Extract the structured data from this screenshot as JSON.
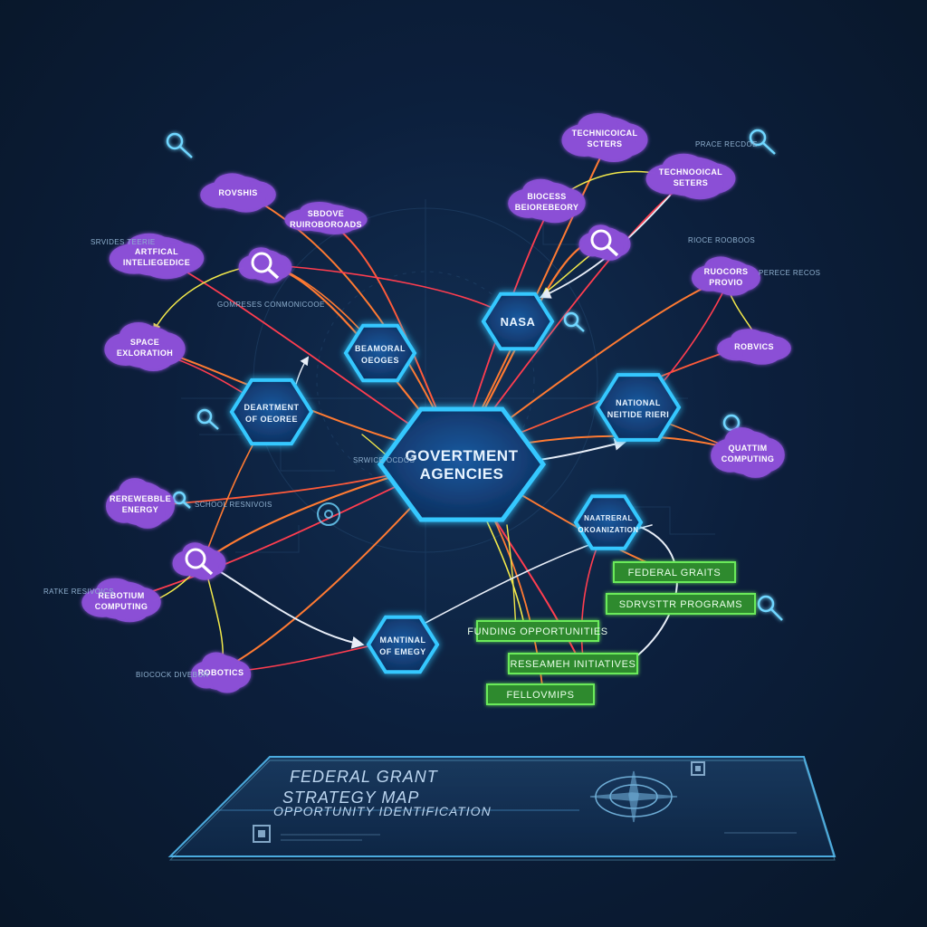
{
  "hub": {
    "label_line1": "GOVERTMENT",
    "label_line2": "AGENCIES"
  },
  "agencies": [
    {
      "id": "nasa",
      "line1": "NASA",
      "line2": ""
    },
    {
      "id": "seamoral",
      "line1": "BEAMORAL",
      "line2": "OEOGES"
    },
    {
      "id": "defense",
      "line1": "DEARTMENT",
      "line2": "OF OEOREE"
    },
    {
      "id": "nsf",
      "line1": "NATIONAL",
      "line2": "NEITIDE RIERI"
    },
    {
      "id": "noaa",
      "line1": "NAATRERAL",
      "line2": "OKOANIZATION"
    },
    {
      "id": "energy",
      "line1": "MANTINAL",
      "line2": "OF EMEGY"
    }
  ],
  "topics": [
    {
      "id": "robotics-top",
      "line1": "ROVSHIS",
      "line2": ""
    },
    {
      "id": "sbdove",
      "line1": "SBDOVE",
      "line2": "RUIROBOROADS"
    },
    {
      "id": "ai",
      "line1": "ARTFICAL",
      "line2": "INTELIEGEDICE"
    },
    {
      "id": "magnifier-1",
      "line1": "",
      "line2": ""
    },
    {
      "id": "space",
      "line1": "SPACE",
      "line2": "EXLORATIOH"
    },
    {
      "id": "tech-1",
      "line1": "TECHNICOICAL",
      "line2": "SCTERS"
    },
    {
      "id": "tech-2",
      "line1": "TECHNOOICAL",
      "line2": "SETERS"
    },
    {
      "id": "biocess",
      "line1": "BIOCESS",
      "line2": "BEIOREBEORY"
    },
    {
      "id": "magnifier-2",
      "line1": "",
      "line2": ""
    },
    {
      "id": "ruocors",
      "line1": "RUOCORS",
      "line2": "PROVIO"
    },
    {
      "id": "robvics",
      "line1": "ROBVICS",
      "line2": ""
    },
    {
      "id": "quantum",
      "line1": "QUATTIM",
      "line2": "COMPUTING"
    },
    {
      "id": "renewable",
      "line1": "REREWEBBLE",
      "line2": "ENERGY"
    },
    {
      "id": "magnifier-3",
      "line1": "",
      "line2": ""
    },
    {
      "id": "rebotium",
      "line1": "REBOTIUM",
      "line2": "COMPUTING"
    },
    {
      "id": "robotics-bottom",
      "line1": "ROBOTICS",
      "line2": ""
    }
  ],
  "grants": [
    {
      "id": "federal-grants",
      "label": "FEDERAL GRAITS"
    },
    {
      "id": "sbir",
      "label": "SDRVSTTR PROGRAMS"
    },
    {
      "id": "funding",
      "label": "FUNDING OPPORTUNITIES"
    },
    {
      "id": "research",
      "label": "RESEAMEH INITIATIVES"
    },
    {
      "id": "fellowships",
      "label": "FELLOVMIPS"
    }
  ],
  "annotations": [
    {
      "id": "a1",
      "text": "GOMRESES CONMONICOOE"
    },
    {
      "id": "a2",
      "text": "SRWICE OCDOS"
    },
    {
      "id": "a3",
      "text": "SRVIDES TEERIE"
    },
    {
      "id": "a4",
      "text": "SCHOOL RESNIVOIS"
    },
    {
      "id": "a5",
      "text": "RATKE RESIVOICS"
    },
    {
      "id": "a6",
      "text": "BIOCOCK DIVEBUR"
    },
    {
      "id": "a7",
      "text": "PRACE RECDOE"
    },
    {
      "id": "a8",
      "text": "RIOCE ROOBOOS"
    },
    {
      "id": "a9",
      "text": "PERECE RECOS"
    }
  ],
  "panel": {
    "title_line1": "FEDERAL GRANT",
    "title_line2": "STRATEGY MAP",
    "subtitle": "OPPORTUNITY IDENTIFICATION"
  },
  "colors": {
    "background": "#0c1f3c",
    "hex_fill": "#103a70",
    "hex_stroke": "#35c8ff",
    "cloud_fill": "#8b4fd6",
    "grant_fill": "#2e8a2e",
    "grant_stroke": "#6bea5a",
    "line_orange": "#ff7a32",
    "line_red": "#ff3d4f",
    "line_yellow": "#f2e84a",
    "line_white": "#e8eef8"
  },
  "icons": [
    "search-icon",
    "compass-icon",
    "qr-icon",
    "radar-icon"
  ]
}
